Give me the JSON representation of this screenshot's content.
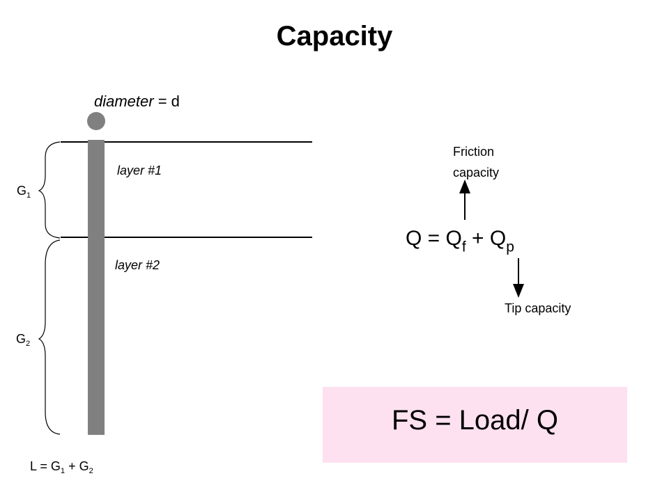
{
  "title": "Capacity",
  "diameter": {
    "label": "diameter",
    "rest": " = d"
  },
  "layers": [
    "layer #1",
    "layer #2"
  ],
  "segments": [
    {
      "base": "G",
      "sub": "1"
    },
    {
      "base": "G",
      "sub": "2"
    }
  ],
  "length_formula": {
    "lhs": "L = G",
    "s1": "1",
    "plus": " + G",
    "s2": "2"
  },
  "friction_label": "Friction capacity",
  "tip_label": "Tip capacity",
  "equation": {
    "lhs": "Q = Q",
    "f": "f",
    "plus": " + Q",
    "p": "p"
  },
  "factor_of_safety": "FS = Load/ Q",
  "colors": {
    "pile": "#808080",
    "fs_box": "#fde1f0",
    "line": "#000000"
  }
}
